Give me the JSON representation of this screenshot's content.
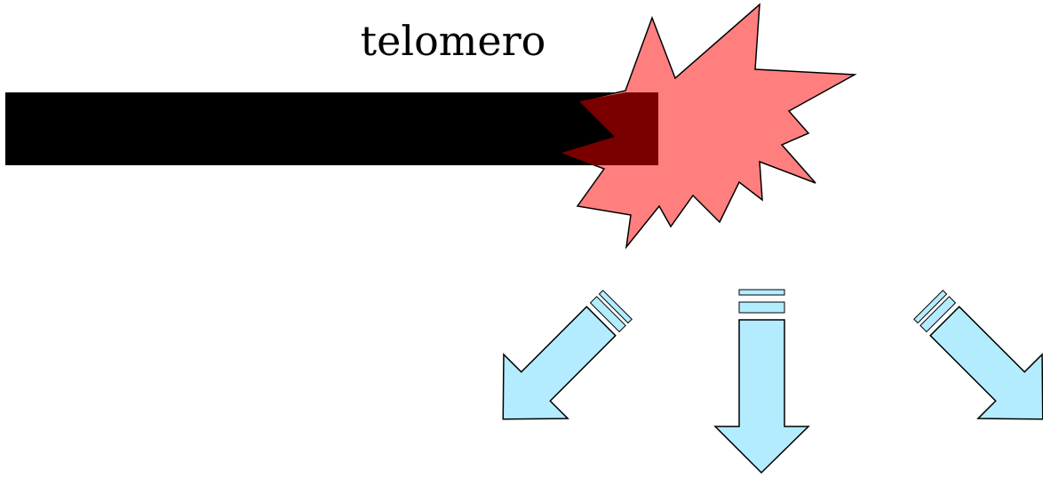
{
  "diagram": {
    "label": "telomero",
    "colors": {
      "chromosome": "#000000",
      "burst_fill": "#ff7f7f",
      "burst_overlap": "#7a0000",
      "arrow_fill": "#b3ecff",
      "stroke": "#000000",
      "background": "#ffffff"
    },
    "arrows": [
      {
        "direction": "down-left"
      },
      {
        "direction": "down"
      },
      {
        "direction": "down-right"
      }
    ]
  }
}
